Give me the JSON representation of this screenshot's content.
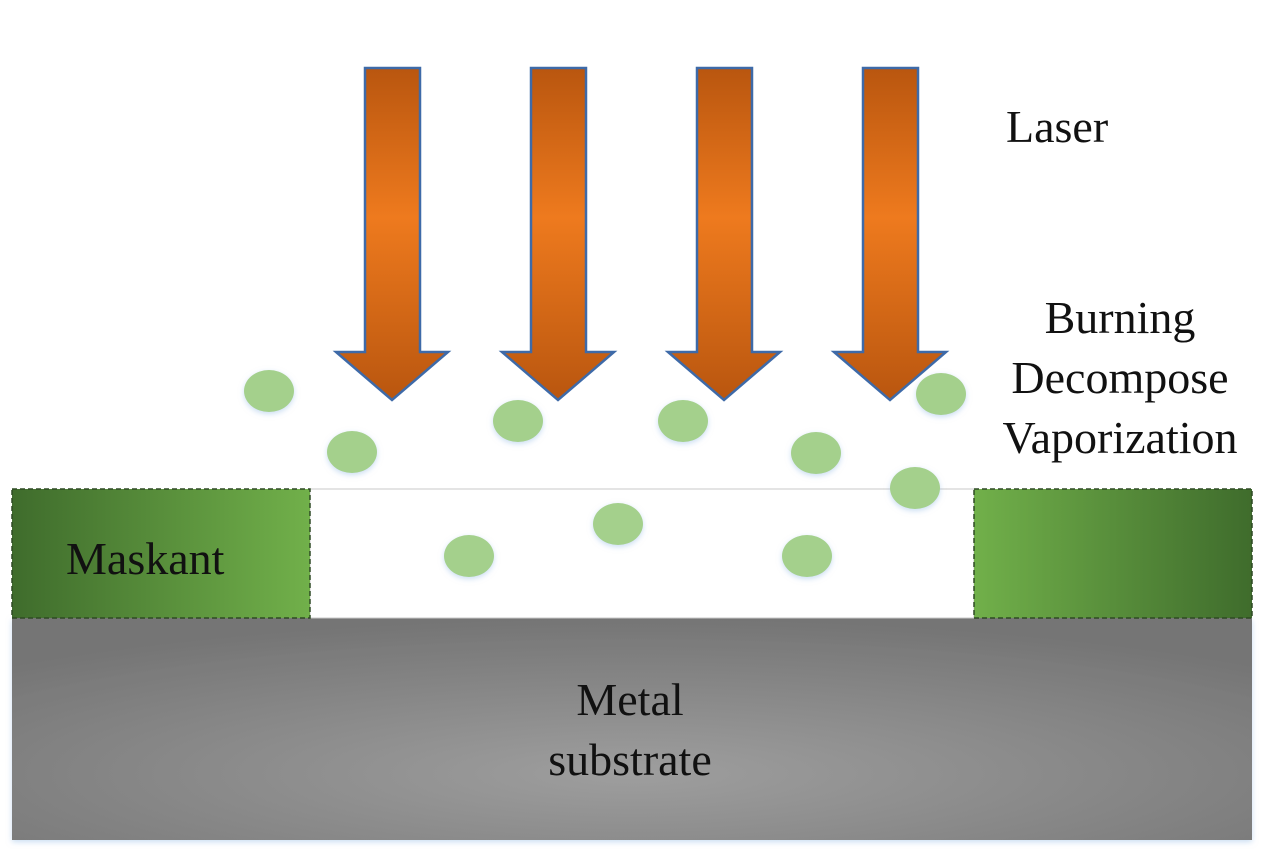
{
  "labels": {
    "laser": "Laser",
    "effects": [
      "Burning",
      "Decompose",
      "Vaporization"
    ],
    "maskant": "Maskant",
    "metal": [
      "Metal",
      "substrate"
    ]
  },
  "colors": {
    "arrow_dark": "#b9560f",
    "arrow_light": "#ee7a1e",
    "arrow_stroke": "#3e6aa8",
    "maskant_dark": "#3f6c2c",
    "maskant_light": "#71b04a",
    "particle": "#a4d08c",
    "metal_dark": "#777777",
    "metal_light": "#9c9c9c"
  },
  "icons": {
    "laser_beam": "down-arrow",
    "particle": "circle"
  }
}
